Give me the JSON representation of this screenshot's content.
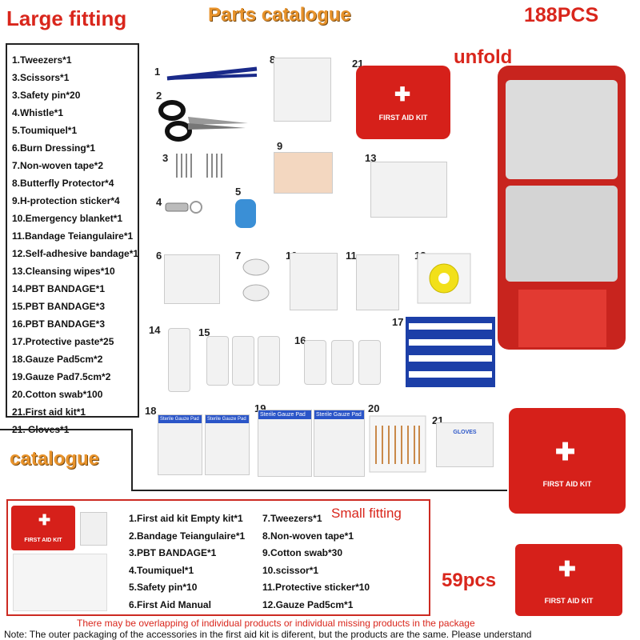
{
  "header": {
    "large_title": "Large fitting",
    "parts_title": "Parts catalogue",
    "count_large": "188PCS",
    "unfold": "unfold",
    "catalogue": "catalogue",
    "small_title": "Small fitting",
    "count_small": "59pcs"
  },
  "large_list": [
    "1.Tweezers*1",
    "3.Scissors*1",
    "3.Safety pin*20",
    "4.Whistle*1",
    "5.Toumiquel*1",
    "6.Burn Dressing*1",
    "7.Non-woven tape*2",
    "8.Butterfly Protector*4",
    "9.H-protection sticker*4",
    "10.Emergency blanket*1",
    "11.Bandage Teiangulaire*1",
    "12.Self-adhesive bandage*1",
    "13.Cleansing wipes*10",
    "14.PBT BANDAGE*1",
    "15.PBT BANDAGE*3",
    "16.PBT BANDAGE*3",
    "17.Protective paste*25",
    "18.Gauze Pad5cm*2",
    "19.Gauze Pad7.5cm*2",
    "20.Cotton swab*100",
    "21.First aid kit*1",
    "21. Gloves*1"
  ],
  "small_list_col1": [
    "1.First aid kit Empty kit*1",
    "2.Bandage Teiangulaire*1",
    "3.PBT BANDAGE*1",
    "4.Toumiquel*1",
    "5.Safety pin*10",
    "6.First Aid Manual"
  ],
  "small_list_col2": [
    "7.Tweezers*1",
    "8.Non-woven tape*1",
    "9.Cotton swab*30",
    "10.scissor*1",
    "11.Protective sticker*10",
    "12.Gauze Pad5cm*1"
  ],
  "numbers": [
    "1",
    "2",
    "3",
    "4",
    "5",
    "6",
    "7",
    "8",
    "9",
    "10",
    "11",
    "12",
    "13",
    "14",
    "15",
    "16",
    "17",
    "18",
    "19",
    "20",
    "21"
  ],
  "bag_label": "FIRST AID KIT",
  "bag_label_small": "FIRST AID KIT",
  "pouch_label": "FIRST AID KIT",
  "gloves_label": "GLOVES",
  "gauze_label": "Sterile Gauze Pad",
  "footer": {
    "warning": "There may be overlapping of individual products or individual missing products in the package",
    "note": "Note: The outer packaging of the accessories in the first aid kit is diferent, but the products are the same. Please understand"
  },
  "colors": {
    "red": "#d9261c",
    "orange": "#e8932b",
    "bag_red": "#d6201a"
  }
}
